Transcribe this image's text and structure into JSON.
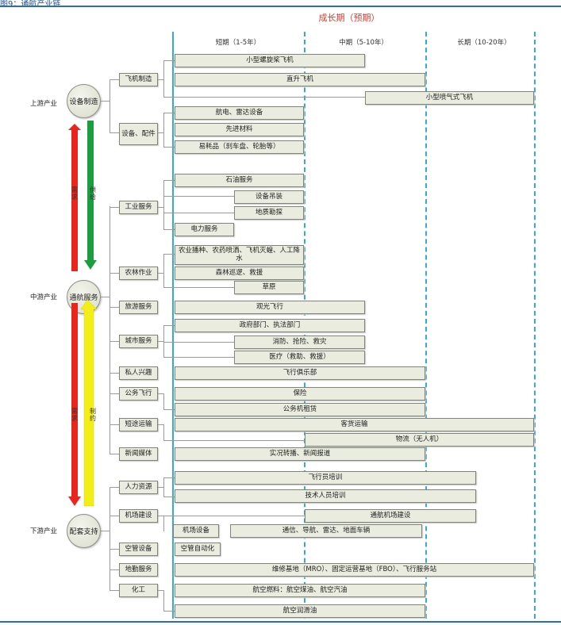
{
  "header": "图9：通航产业链",
  "phase_title": "成长期（预期）",
  "phases": {
    "short": "短期（1-5年）",
    "mid": "中期（5-10年）",
    "long": "长期（10-20年）"
  },
  "industries": {
    "upstream": "上游产业",
    "midstream": "中游产业",
    "downstream": "下游产业"
  },
  "segments": {
    "equipment": "设备制造",
    "aviation_service": "通航服务",
    "support": "配套支持"
  },
  "arrows": {
    "red_up": "需求",
    "green_down": "供给",
    "red_down": "需求",
    "yellow_up": "制约"
  },
  "categories": {
    "aircraft_mfg": "飞机制造",
    "parts": "设备、配件",
    "industrial_service": "工业服务",
    "agri_forestry": "农林作业",
    "tourism": "旅游服务",
    "city_service": "城市服务",
    "private_hobby": "私人兴趣",
    "official_flight": "公务飞行",
    "short_transport": "短途运输",
    "news_media": "新闻媒体",
    "human_resource": "人力资源",
    "airport_construction": "机场建设",
    "airport_equipment": "机场设备",
    "atc_equipment": "空管设备",
    "ground_service": "地勤服务",
    "chemical": "化工"
  },
  "bars": {
    "small_rotor": "小型螺旋桨飞机",
    "helicopter": "直升飞机",
    "small_jet": "小型喷气式飞机",
    "avionics": "航电、雷达设备",
    "advanced_materials": "先进材料",
    "consumables": "易耗品（刹车盘、轮胎等）",
    "oil_service": "石油服务",
    "equipment_hoisting": "设备吊装",
    "geo_survey": "地质勘探",
    "power_service": "电力服务",
    "agri_spray": "农业播种、农药喷洒、飞机灭蝗、人工降水",
    "forest_patrol": "森林巡逻、救援",
    "grassland": "草原",
    "sightseeing": "观光飞行",
    "gov_dept": "政府部门、执法部门",
    "fire_rescue": "消防、抢险、救灾",
    "medical": "医疗（救助、救援）",
    "flying_club": "飞行俱乐部",
    "insurance": "保险",
    "charter": "公务机租赁",
    "passenger_cargo": "客货运输",
    "logistics": "物流（无人机）",
    "live_news": "实况转播、新闻报道",
    "pilot_training": "飞行员培训",
    "tech_training": "技术人员培训",
    "ga_airport": "通航机场建设",
    "comm_nav": "通信、导航、雷达、地面车辆",
    "atc_automation": "空管自动化",
    "maintenance_bases": "维修基地（MRO）、固定运营基地（FBO）、飞行服务站",
    "aviation_fuel": "航空燃料：航空煤油、航空汽油",
    "lubricant": "航空润滑油"
  },
  "colors": {
    "demand_red": "#e8261e",
    "supply_green": "#1a9e3f",
    "restrict_yellow": "#f4ee18",
    "phase_divider": "#35a8de",
    "box_fill": "#e9ecdf"
  }
}
